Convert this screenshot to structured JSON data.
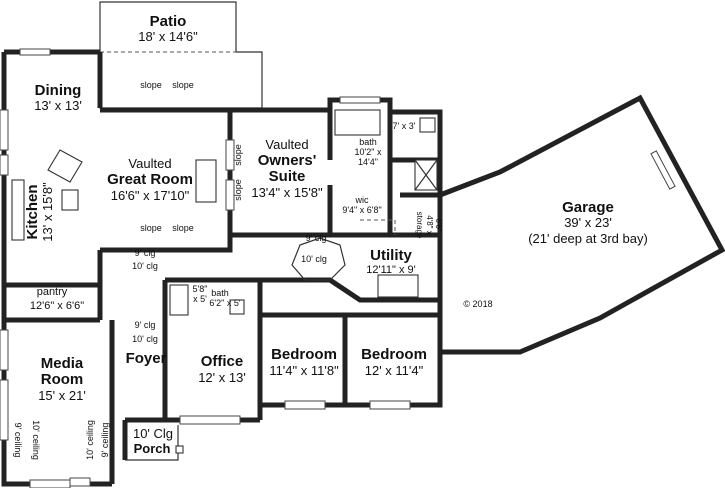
{
  "rooms": {
    "patio": {
      "name": "Patio",
      "dims": "18' x 14'6\""
    },
    "dining": {
      "name": "Dining",
      "dims": "13' x 13'"
    },
    "great_room": {
      "prefix": "Vaulted",
      "name": "Great Room",
      "dims": "16'6\" x 17'10\""
    },
    "owners_suite": {
      "prefix": "Vaulted",
      "name_line1": "Owners'",
      "name_line2": "Suite",
      "dims": "13'4\" x 15'8\""
    },
    "kitchen": {
      "name": "Kitchen",
      "dims": "13' x 15'8\""
    },
    "garage": {
      "name": "Garage",
      "dims": "39' x 23'",
      "note": "(21' deep at 3rd bay)"
    },
    "utility": {
      "name": "Utility",
      "dims": "12'11\" x 9'"
    },
    "pantry": {
      "name": "pantry",
      "dims": "12'6\" x 6'6\""
    },
    "media_room": {
      "name_line1": "Media",
      "name_line2": "Room",
      "dims": "15' x 21'"
    },
    "foyer": {
      "name": "Foyer"
    },
    "office": {
      "name": "Office",
      "dims": "12' x 13'"
    },
    "bedroom1": {
      "name": "Bedroom",
      "dims": "11'4\" x 11'8\""
    },
    "bedroom2": {
      "name": "Bedroom",
      "dims": "12' x 11'4\""
    },
    "porch": {
      "ceiling": "10' Clg",
      "name": "Porch"
    },
    "owner_bath": {
      "name": "bath",
      "dims_line1": "10'2\" x",
      "dims_line2": "14'4\""
    },
    "wc": {
      "dims": "7' x 3'"
    },
    "wic": {
      "name": "wic",
      "dims": "9'4\" x 6'8\""
    },
    "storage": {
      "name": "storage",
      "dims": "4'8\" x",
      "dims2": "6'6\""
    },
    "hall_bath": {
      "name": "bath",
      "dims": "6'2\" x 5'"
    },
    "hall_closet": {
      "dims_line1": "5'8\"",
      "dims_line2": "x 5'"
    }
  },
  "notes": {
    "slope": "slope",
    "clg_9": "9' clg",
    "clg_10": "10' clg",
    "ceiling_10": "10' ceiling",
    "ceiling_9": "9' ceiling",
    "copyright": "© 2018"
  }
}
